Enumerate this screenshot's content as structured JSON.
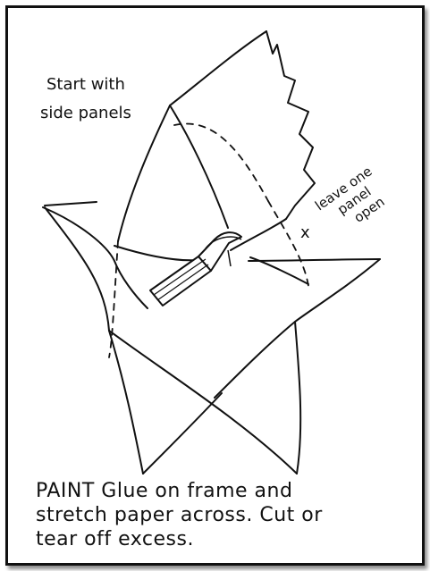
{
  "labels": {
    "start": [
      "Start with",
      "side panels"
    ],
    "leave_open": [
      "leave one",
      "panel",
      "open"
    ],
    "leave_open_mark": "x"
  },
  "caption": {
    "line1": "PAINT Glue on frame and",
    "line2": "stretch paper across. Cut or",
    "line3": "tear off excess."
  }
}
